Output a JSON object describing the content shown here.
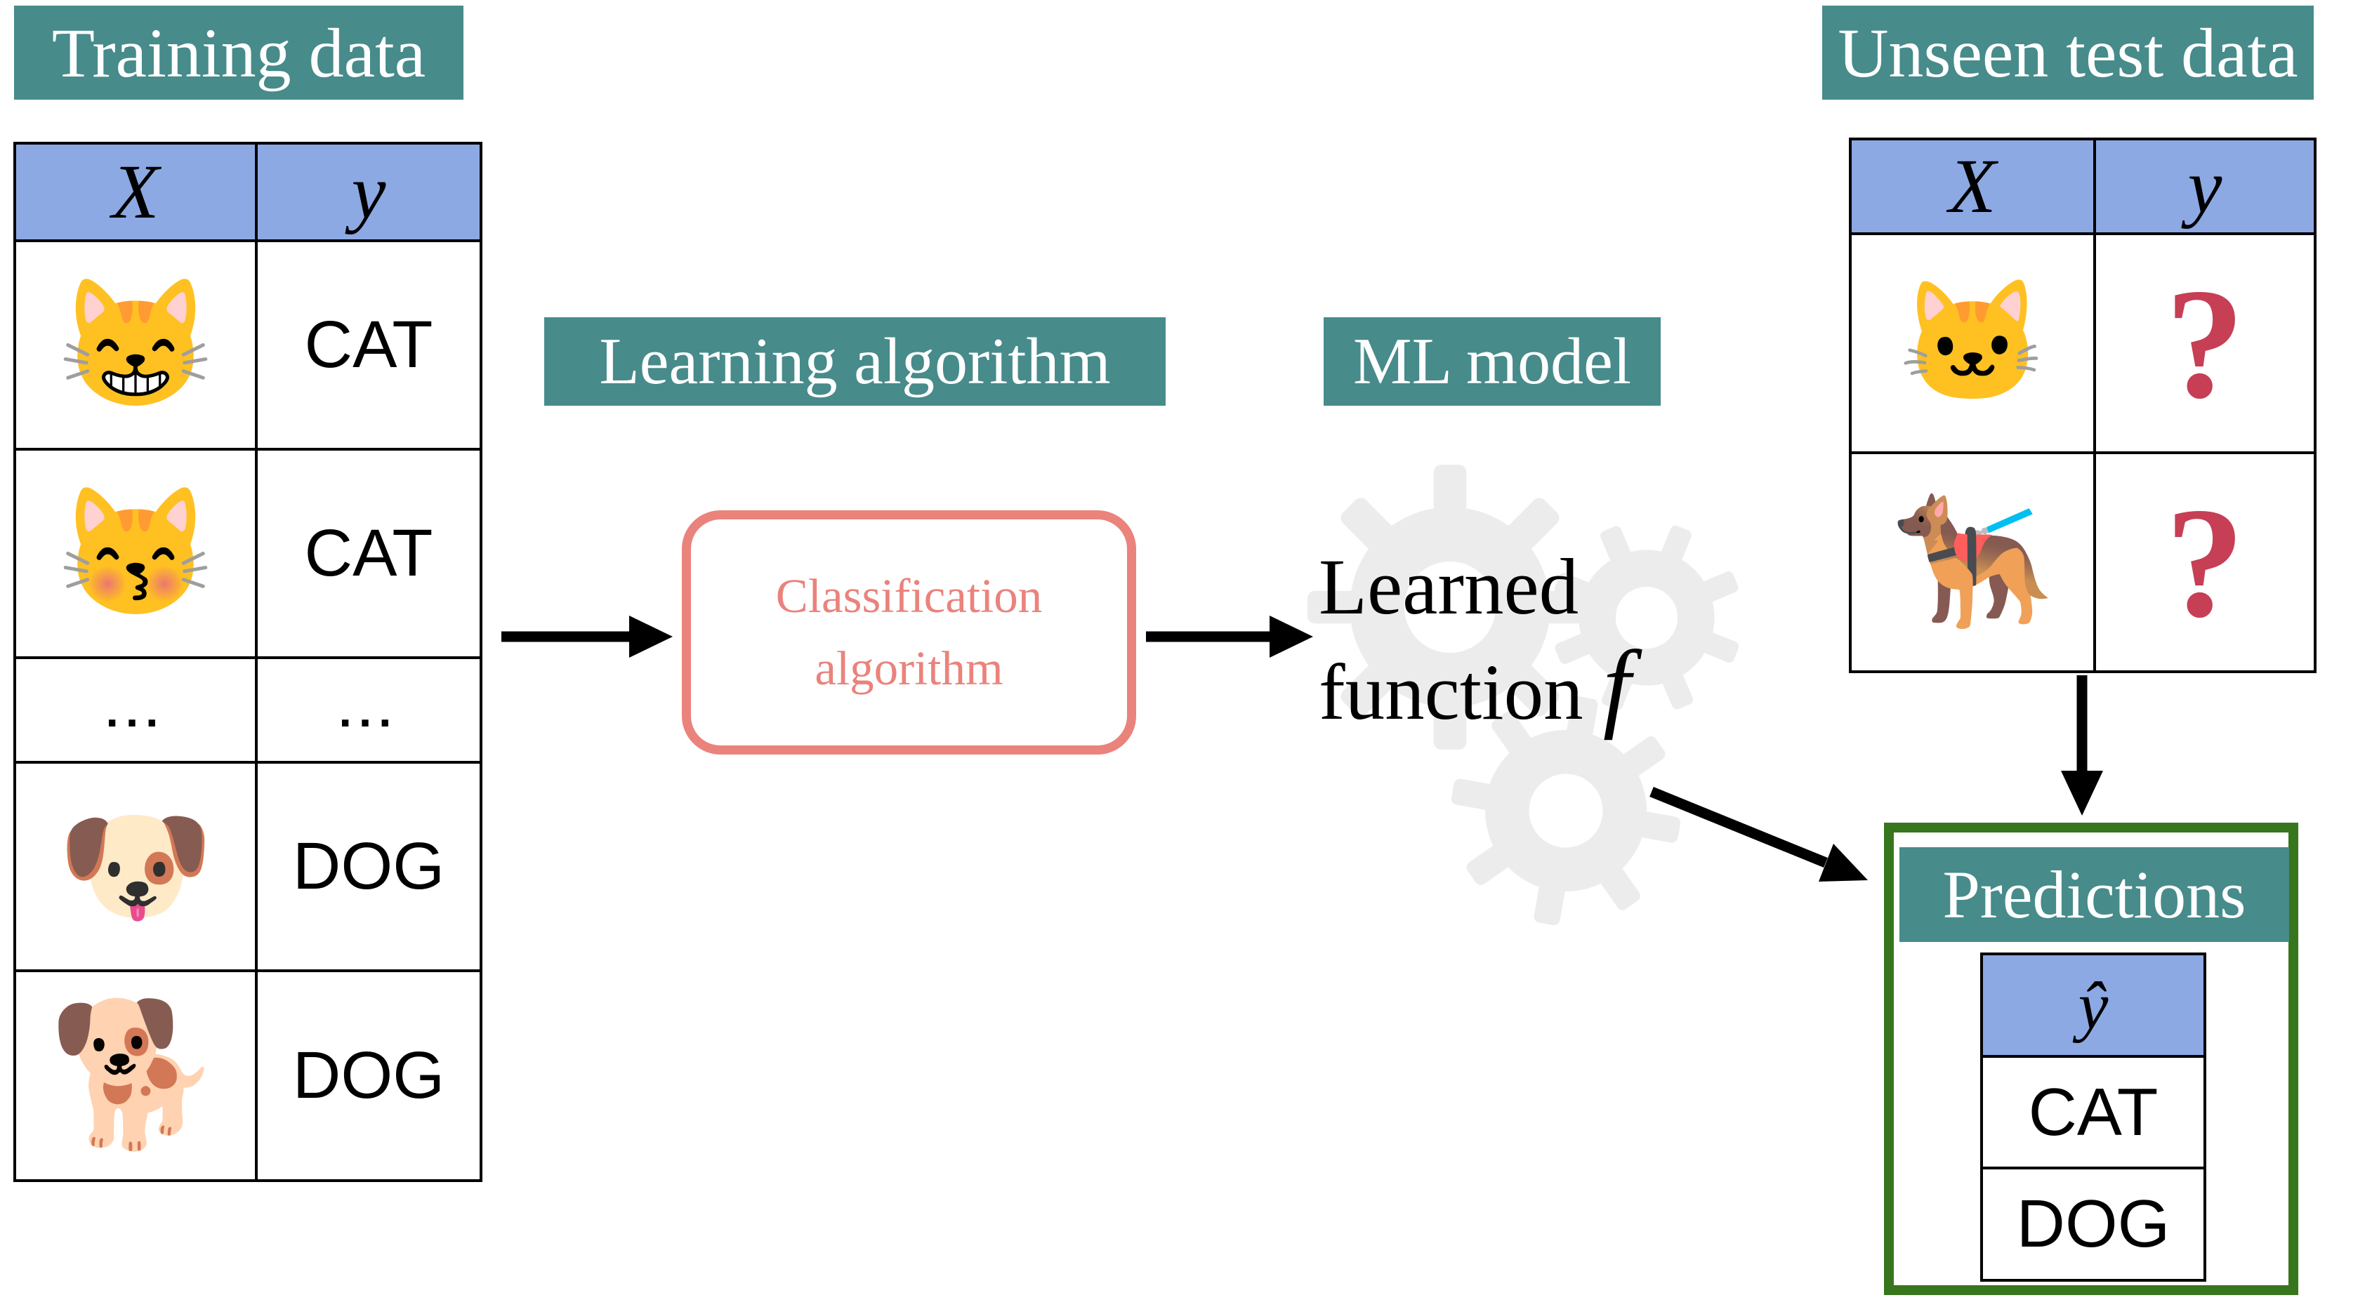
{
  "training": {
    "label": "Training data",
    "headers": [
      "X",
      "y"
    ],
    "rows": [
      {
        "icon": "grinning-cat-face",
        "x": "😸",
        "y": "CAT"
      },
      {
        "icon": "kissing-cat-face",
        "x": "😽",
        "y": "CAT"
      },
      {
        "icon": "ellipsis",
        "x": "...",
        "y": "..."
      },
      {
        "icon": "dog-face",
        "x": "🐶",
        "y": "DOG"
      },
      {
        "icon": "dog",
        "x": "🐕",
        "y": "DOG"
      }
    ]
  },
  "learning": {
    "label": "Learning algorithm",
    "box": {
      "line1": "Classification",
      "line2": "algorithm"
    }
  },
  "model": {
    "label": "ML model",
    "caption_line1": "Learned",
    "caption_line2": "function",
    "caption_symbol": "f"
  },
  "test": {
    "label": "Unseen test data",
    "headers": [
      "X",
      "y"
    ],
    "rows": [
      {
        "icon": "cat-face",
        "x": "🐱",
        "y": "?"
      },
      {
        "icon": "service-dog",
        "x": "🐕‍🦺",
        "y": "?"
      }
    ]
  },
  "predictions": {
    "label": "Predictions",
    "header": "ŷ",
    "rows": [
      "CAT",
      "DOG"
    ]
  },
  "colors": {
    "teal_label": "#478B8B",
    "table_header_blue": "#8CA9E3",
    "salmon_box": "#EA837C",
    "question_red": "#C63F55",
    "predictions_green": "#38761D",
    "gear_gray": "#ECECEC",
    "arrow_black": "#000000"
  }
}
